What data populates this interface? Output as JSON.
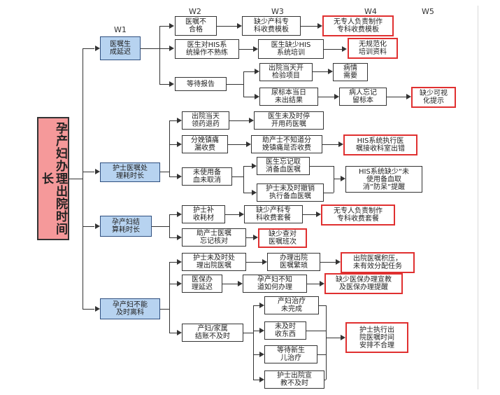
{
  "weeks": [
    "W1",
    "W2",
    "W3",
    "W4",
    "W5"
  ],
  "root": "孕产妇办理出院时间长",
  "w1": {
    "doctor_delay": "医嘱生\n成延迟",
    "nurse_long": "护士医嘱处\n理耗时长",
    "settle_long": "孕产妇结\n算耗时长",
    "discharge_late": "孕产妇不能\n及时离科"
  },
  "nodes": {
    "a1": "医嘱不\n合格",
    "a2": "缺少产科专\n科收费模板",
    "a3": "无专人负责制作\n专科收费模板",
    "b1": "医生对HIS系\n统操作不熟练",
    "b2": "医生缺少HIS\n系统培训",
    "b3": "无规范化\n培训资料",
    "c1": "等待报告",
    "c2": "出院当天开\n检验项目",
    "c3": "病情\n需要",
    "c4": "尿标本当日\n未出结果",
    "c5": "病人忘记\n留标本",
    "c6": "缺少可视\n化提示",
    "d1": "出院当天\n领药退药",
    "d2": "医生未及时停\n开用药医嘱",
    "e1": "分娩镇痛\n漏收费",
    "e2": "助产士不知道分\n娩镇痛是否收费",
    "e3": "HIS系统执行医\n嘱接收科室出错",
    "f1": "未使用备\n血未取消",
    "f2": "医生忘记取\n消备血医嘱",
    "f3": "护士未及时撤销\n执行备血医嘱",
    "f4": "HIS系统缺少“未\n使用备血取\n消”防呆”提醒",
    "g1": "护士补\n收耗材",
    "g2": "缺少产科专\n科收费套餐",
    "g3": "无专人负责制作\n专科收费套餐",
    "h1": "助产士医嘱\n忘记核对",
    "h2": "缺少查对\n医嘱班次",
    "i1": "护士未及时处\n理出院医嘱",
    "i2": "办理出院\n医嘱繁琐",
    "i3": "出院医嘱积压，\n未有效分配任务",
    "j1": "医保办\n理延迟",
    "j2": "孕产妇不知\n道如何办理",
    "j3": "缺少医保办理宣教\n及医保办理提醒",
    "k1": "产妇/家属\n结账不及时",
    "k2": "产妇治疗\n未完成",
    "k3": "未及时\n收东西",
    "k4": "等待新生\n儿治疗",
    "k5": "护士出院宣\n教不及时",
    "k6": "护士执行出\n院医嘱时间\n安排不合理"
  },
  "colors": {
    "root_fill": "#f5999a",
    "w1_fill": "#b7d3f0",
    "highlight_border": "#e03030",
    "line": "#333333"
  }
}
